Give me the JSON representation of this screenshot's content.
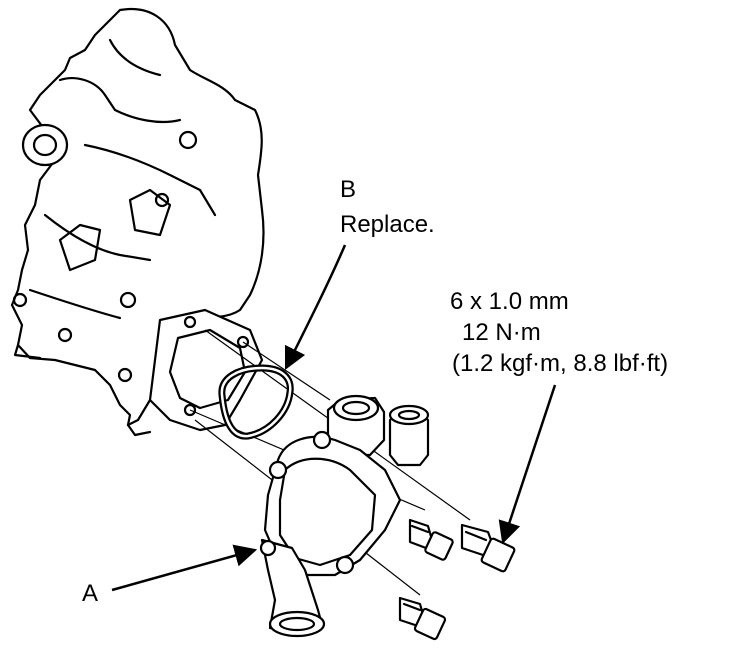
{
  "callouts": {
    "a": {
      "letter": "A"
    },
    "b": {
      "letter": "B",
      "note": "Replace."
    }
  },
  "bolt_spec": {
    "size": "6 x 1.0 mm",
    "torque": "12 N·m",
    "torque_alt": "(1.2 kgf·m, 8.8 lbf·ft)"
  },
  "colors": {
    "ink": "#000000",
    "paper": "#ffffff"
  }
}
